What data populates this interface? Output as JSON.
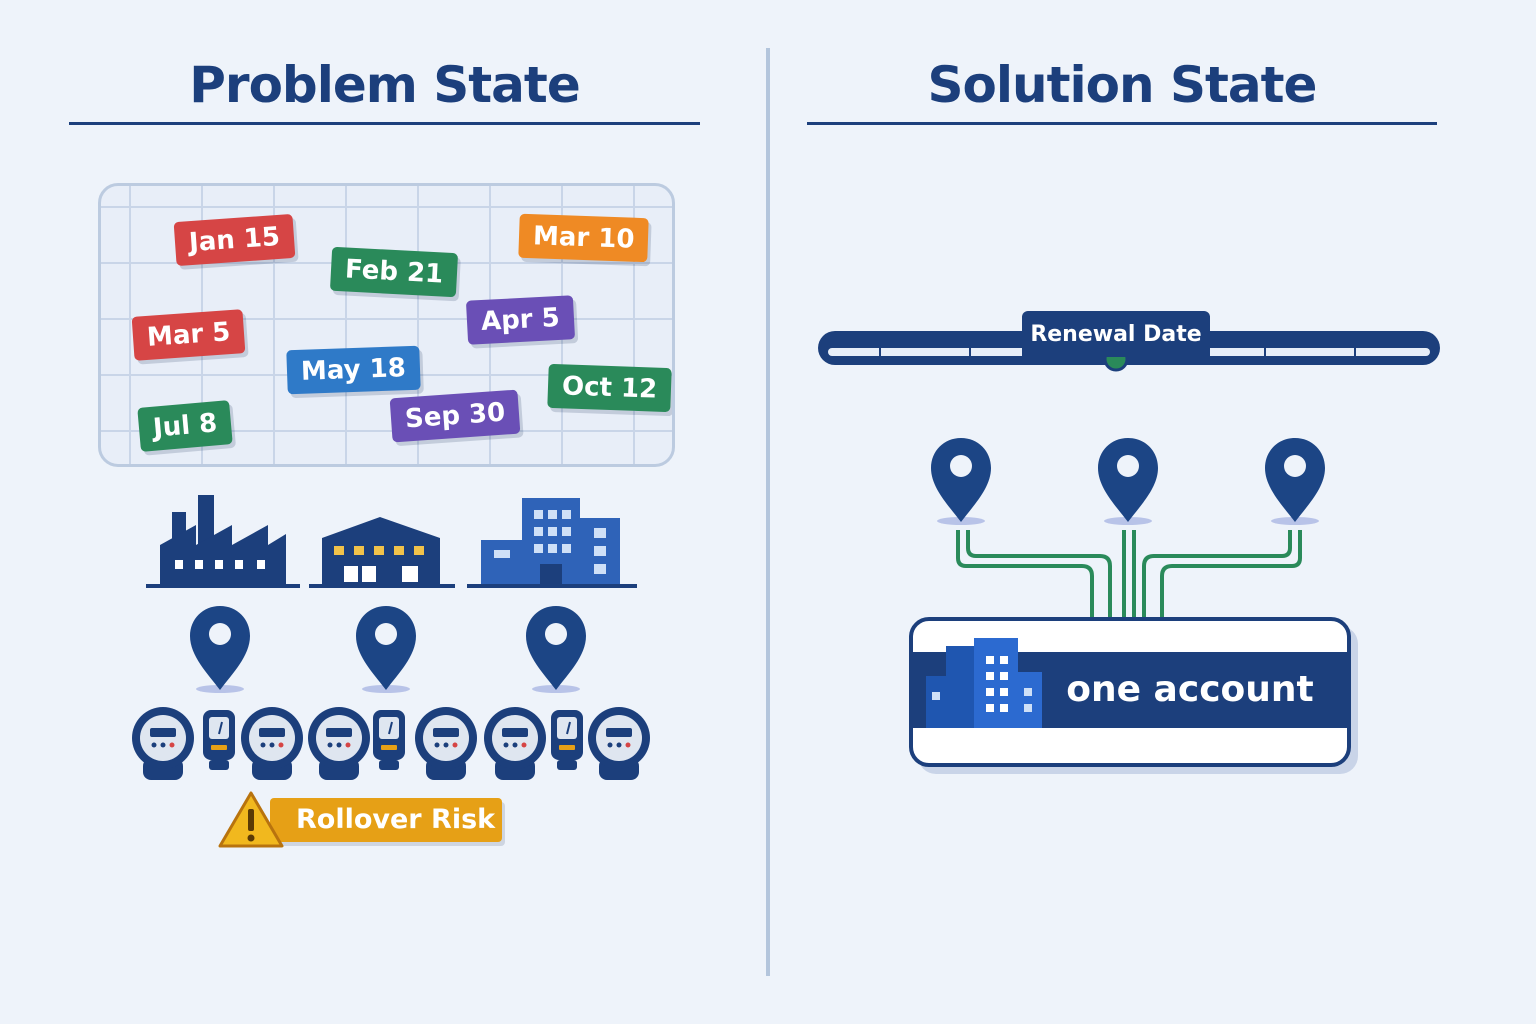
{
  "problem": {
    "title": "Problem State",
    "dates": [
      {
        "label": "Jan 15",
        "color": "#d64545"
      },
      {
        "label": "Feb 21",
        "color": "#2a8a5a"
      },
      {
        "label": "Mar 10",
        "color": "#ef8a24"
      },
      {
        "label": "Mar 5",
        "color": "#d64545"
      },
      {
        "label": "Apr 5",
        "color": "#6a4fb6"
      },
      {
        "label": "May 18",
        "color": "#2f7ac8"
      },
      {
        "label": "Oct 12",
        "color": "#2a8a5a"
      },
      {
        "label": "Jul 8",
        "color": "#2a8a5a"
      },
      {
        "label": "Sep 30",
        "color": "#6a4fb6"
      }
    ],
    "warning": {
      "label": "Rollover Risk",
      "icon": "warning-icon",
      "color": "#e6a016"
    }
  },
  "solution": {
    "title": "Solution State",
    "renewal_label": "Renewal Date",
    "account_label": "one account"
  },
  "colors": {
    "navy": "#1c3f7c",
    "green_line": "#2a8a5a",
    "background": "#eef3fa"
  }
}
